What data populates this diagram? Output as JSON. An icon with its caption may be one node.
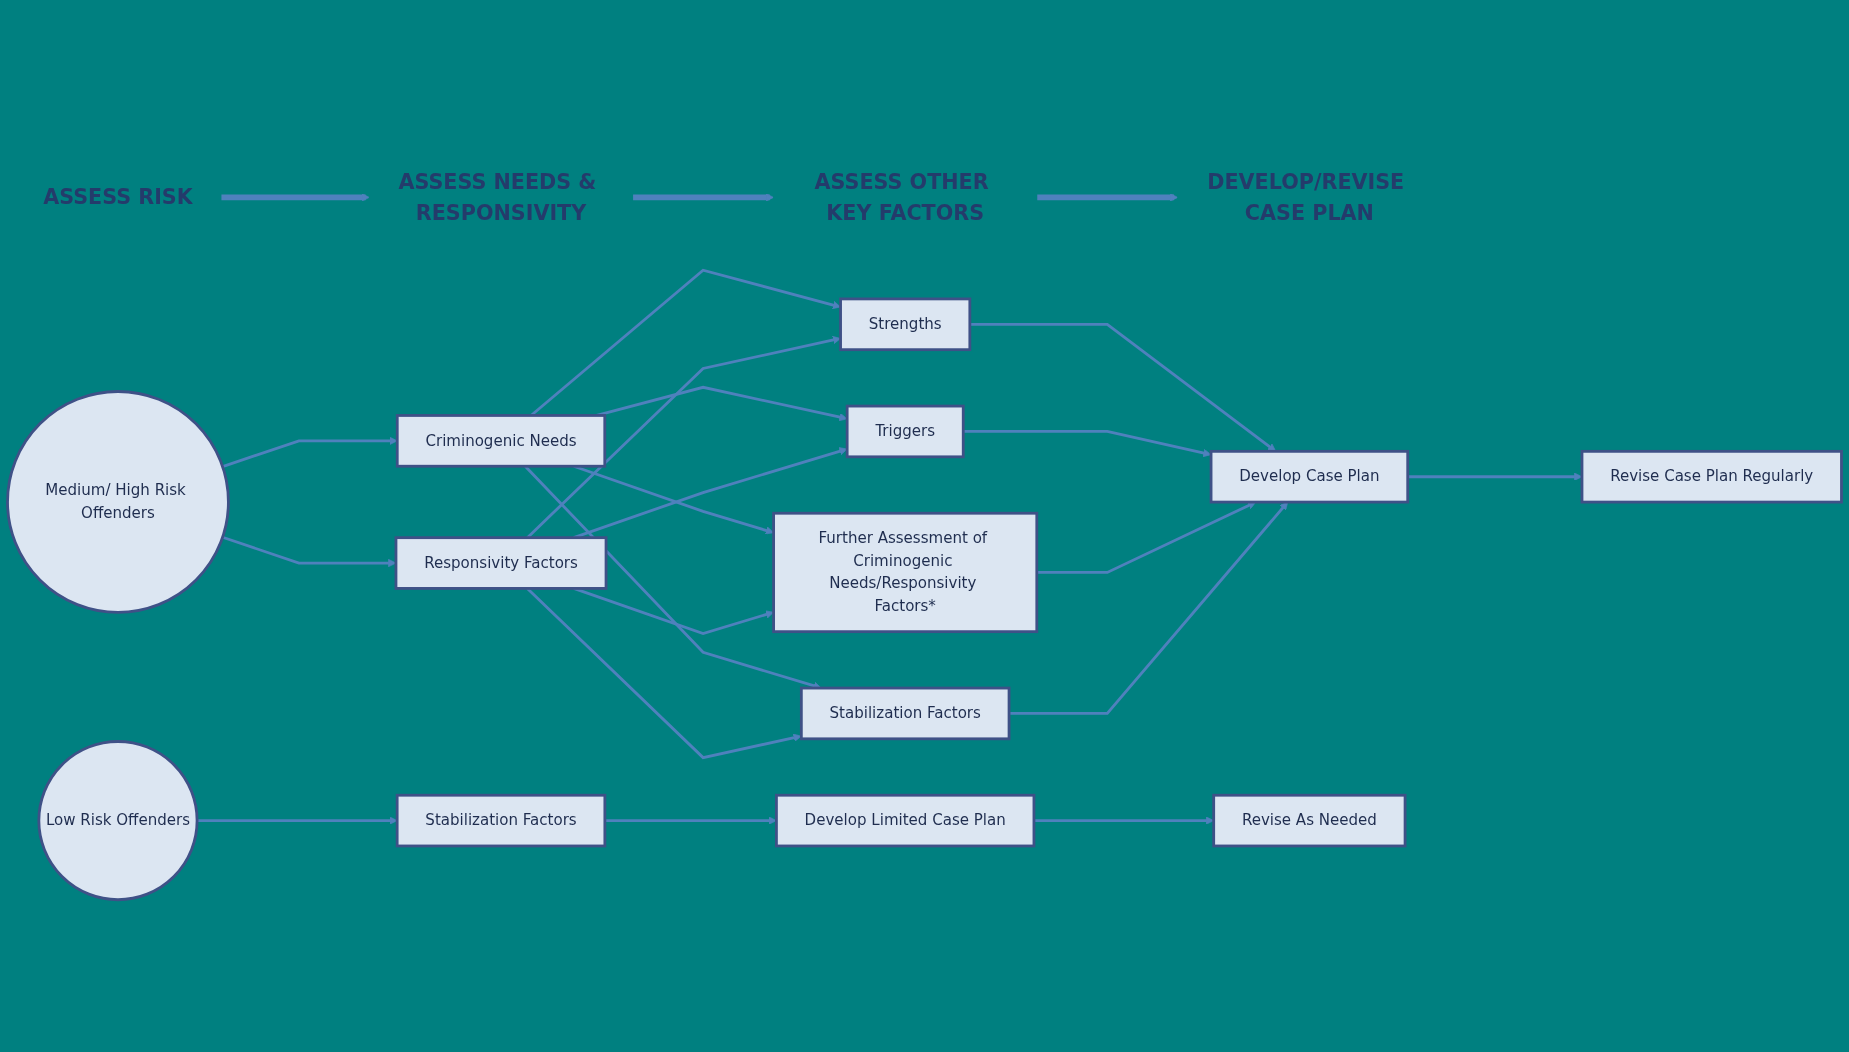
{
  "diagram": {
    "nodes": [
      {
        "text": [
          "ASSESS RISK"
        ]
      },
      {
        "text": [
          "ASSESS NEEDS & RESPONSIVITY"
        ]
      },
      {
        "text": [
          "ASSESS OTHER KEY FACTORS"
        ]
      },
      {
        "text": [
          "DEVELOP/REVISE CASE PLAN"
        ]
      },
      {
        "text": [
          "Medium/ High Risk Offenders"
        ]
      },
      {
        "text": [
          "Criminogenic Needs"
        ]
      },
      {
        "text": [
          "Responsivity Factors"
        ]
      },
      {
        "text": [
          "Strengths"
        ]
      },
      {
        "text": [
          "Triggers"
        ]
      },
      {
        "text": [
          "Further Assessment of Criminogenic Needs/Responsivity Factors*"
        ]
      },
      {
        "text": [
          "Stabilization Factors"
        ]
      },
      {
        "text": [
          "Develop Case Plan"
        ]
      },
      {
        "text": [
          "Revise Case Plan Regularly"
        ]
      },
      {
        "text": [
          "Low Risk Offenders"
        ]
      },
      {
        "text": [
          "Stabilization Factors"
        ]
      },
      {
        "text": [
          "Develop Limited Case Plan"
        ]
      },
      {
        "text": [
          "Revise As Needed"
        ]
      }
    ],
    "edges": [
      {
        "from": 0,
        "to": 1,
        "arrow": "to",
        "style": "thick"
      },
      {
        "from": 1,
        "to": 2,
        "arrow": "to",
        "style": "thick"
      },
      {
        "from": 2,
        "to": 3,
        "arrow": "to",
        "style": "thick"
      },
      {
        "from": 4,
        "to": 5,
        "arrow": "to"
      },
      {
        "from": 4,
        "to": 6,
        "arrow": "to"
      },
      {
        "from": 5,
        "to": 7,
        "arrow": "to"
      },
      {
        "from": 5,
        "to": 8,
        "arrow": "to"
      },
      {
        "from": 5,
        "to": 9,
        "arrow": "to"
      },
      {
        "from": 5,
        "to": 10,
        "arrow": "to"
      },
      {
        "from": 6,
        "to": 7,
        "arrow": "to"
      },
      {
        "from": 6,
        "to": 8,
        "arrow": "to"
      },
      {
        "from": 6,
        "to": 9,
        "arrow": "to"
      },
      {
        "from": 6,
        "to": 10,
        "arrow": "to"
      },
      {
        "from": 7,
        "to": 11,
        "arrow": "to"
      },
      {
        "from": 8,
        "to": 11,
        "arrow": "to"
      },
      {
        "from": 9,
        "to": 11,
        "arrow": "to"
      },
      {
        "from": 10,
        "to": 11,
        "arrow": "to"
      },
      {
        "from": 11,
        "to": 12,
        "arrow": "to"
      },
      {
        "from": 13,
        "to": 14,
        "arrow": "to"
      },
      {
        "from": 14,
        "to": 15,
        "arrow": "to"
      },
      {
        "from": 15,
        "to": 16,
        "arrow": "to"
      }
    ]
  }
}
